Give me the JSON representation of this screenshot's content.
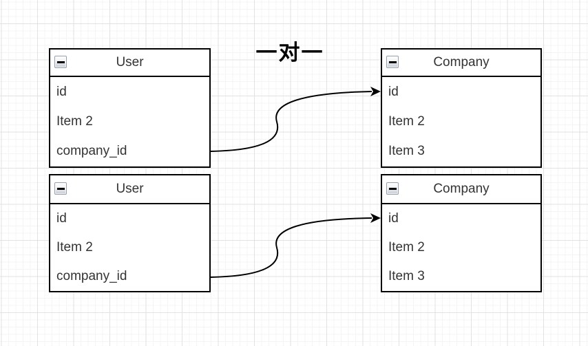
{
  "canvas": {
    "title": "一对一",
    "colors": {
      "stroke": "#000000",
      "text": "#333333",
      "background": "#ffffff",
      "grid_minor": "#f4f4f4",
      "grid_major": "#e2e2e2"
    }
  },
  "tables": [
    {
      "title": "User",
      "collapse_icon": "minus",
      "rows": [
        "id",
        "Item 2",
        "company_id"
      ]
    },
    {
      "title": "Company",
      "collapse_icon": "minus",
      "rows": [
        "id",
        "Item 2",
        "Item 3"
      ]
    },
    {
      "title": "User",
      "collapse_icon": "minus",
      "rows": [
        "id",
        "Item 2",
        "company_id"
      ]
    },
    {
      "title": "Company",
      "collapse_icon": "minus",
      "rows": [
        "id",
        "Item 2",
        "Item 3"
      ]
    }
  ],
  "edges": [
    {
      "from": "User(top).company_id",
      "to": "Company(top).id",
      "style": "curved",
      "arrow": "classic-filled"
    },
    {
      "from": "User(bottom).company_id",
      "to": "Company(bottom).id",
      "style": "curved",
      "arrow": "classic-filled"
    }
  ]
}
